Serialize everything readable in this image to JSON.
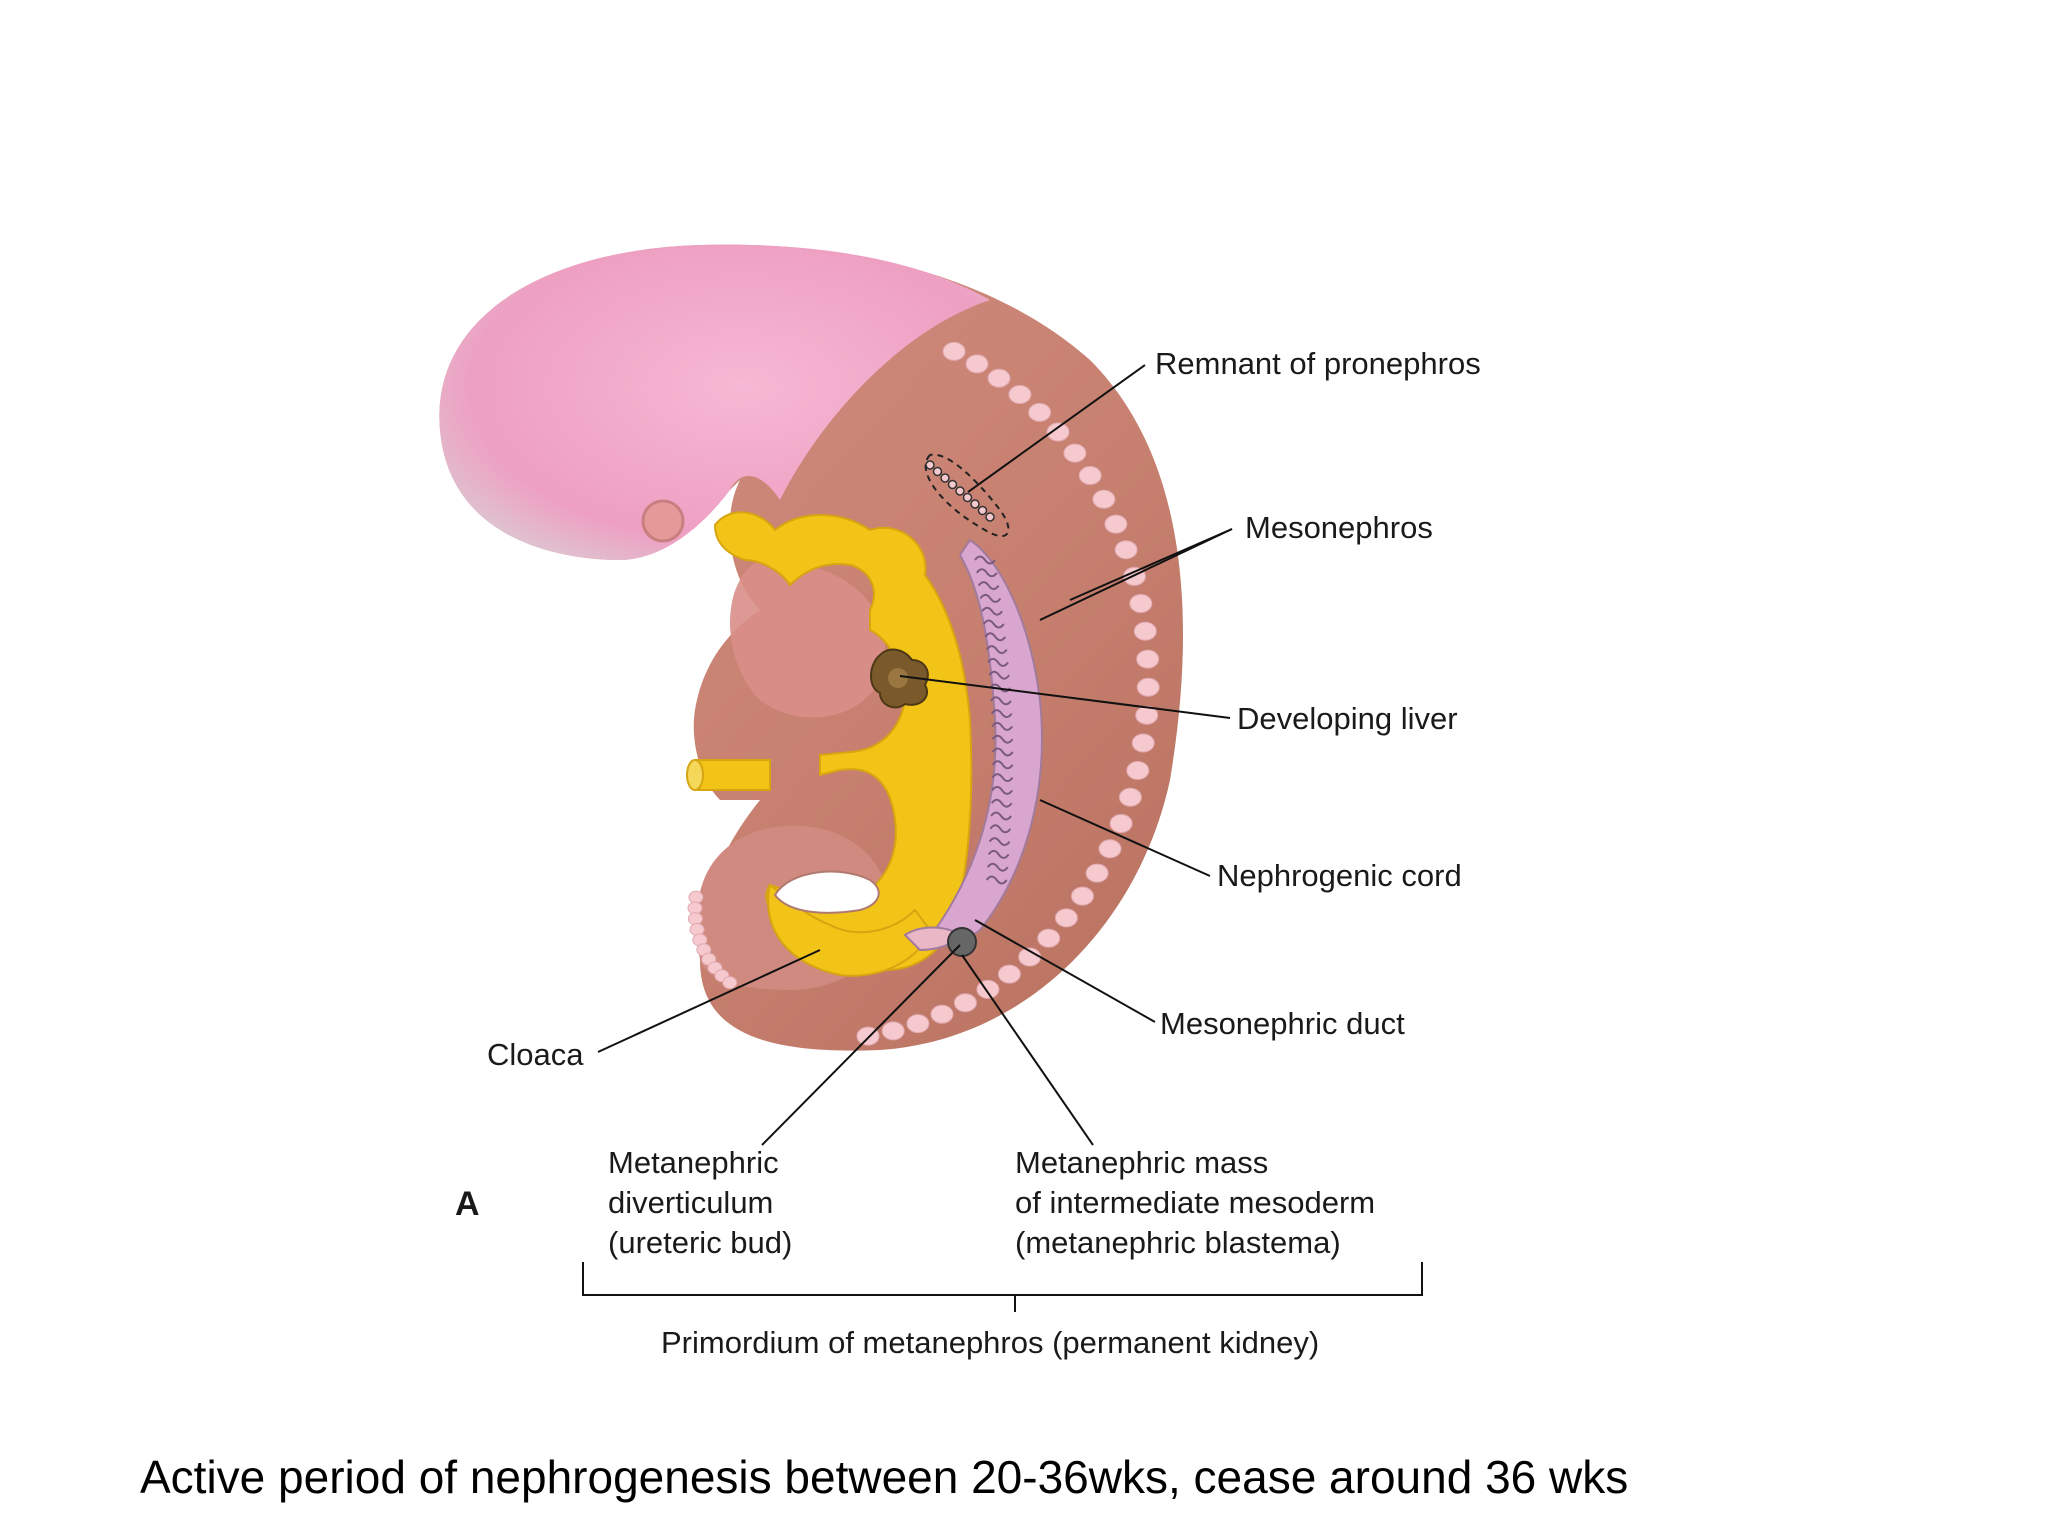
{
  "diagram": {
    "panel_letter": "A",
    "labels": {
      "remnant_pronephros": "Remnant of pronephros",
      "mesonephros": "Mesonephros",
      "developing_liver": "Developing liver",
      "nephrogenic_cord": "Nephrogenic cord",
      "mesonephric_duct": "Mesonephric duct",
      "cloaca": "Cloaca",
      "metanephric_diverticulum": [
        "Metanephric",
        "diverticulum",
        "(ureteric bud)"
      ],
      "metanephric_mass": [
        "Metanephric mass",
        "of intermediate mesoderm",
        "(metanephric blastema)"
      ],
      "primordium": "Primordium of metanephros (permanent kidney)"
    },
    "colors": {
      "embryo_body": "#c98273",
      "head": "#f0a8c6",
      "gut": "#f2c418",
      "somite": "#f6c9cf",
      "mesonephros": "#d9a6cf",
      "liver": "#7a5a2a"
    }
  },
  "caption": "Active period of nephrogenesis  between 20-36wks, cease around 36 wks"
}
